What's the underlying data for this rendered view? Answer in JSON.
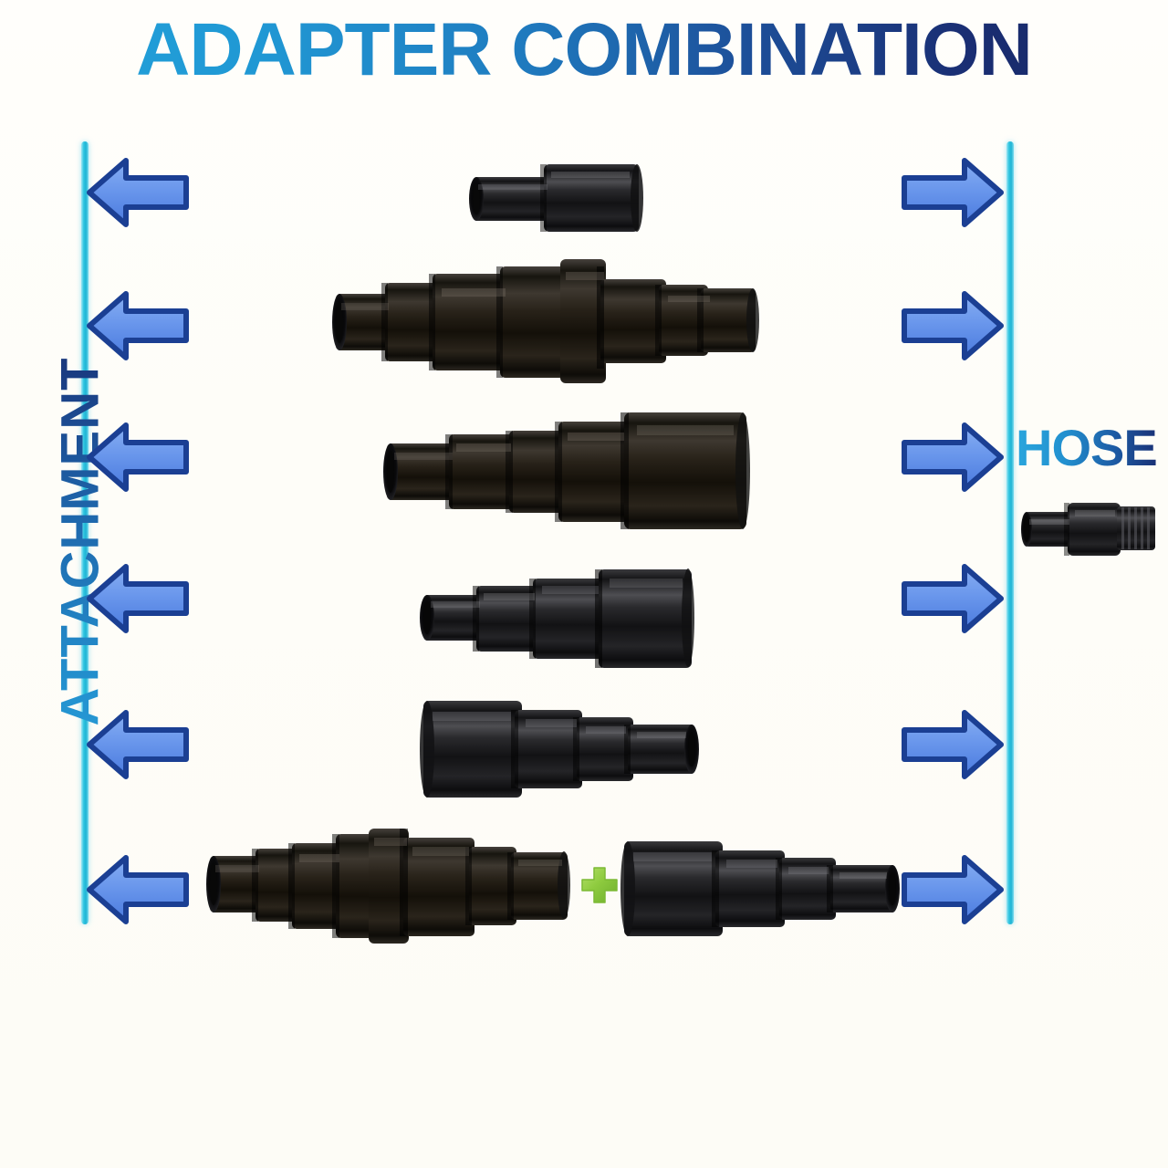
{
  "header": {
    "title": "ADAPTER COMBINATION"
  },
  "labels": {
    "attachment": "ATTACHMENT",
    "hose": "HOSE"
  },
  "colors": {
    "background": "#fefdf8",
    "title_gradient_start": "#23a3db",
    "title_gradient_end": "#16245f",
    "rail_cyan": "#2ec4e0",
    "arrow_fill": "#5b8ee8",
    "arrow_outline": "#1b3f93",
    "plus_green": "#8ecb3f",
    "adapter_black": "#1b1b1c"
  },
  "left_rail": {
    "name": "attachment-rail",
    "arrow_direction": "left",
    "arrow_count": 6
  },
  "right_rail": {
    "name": "hose-rail",
    "arrow_direction": "right",
    "arrow_count": 6
  },
  "arrows_left": [
    {
      "label": "attachment-arrow-1"
    },
    {
      "label": "attachment-arrow-2"
    },
    {
      "label": "attachment-arrow-3"
    },
    {
      "label": "attachment-arrow-4"
    },
    {
      "label": "attachment-arrow-5"
    },
    {
      "label": "attachment-arrow-6"
    }
  ],
  "arrows_right": [
    {
      "label": "hose-arrow-1"
    },
    {
      "label": "hose-arrow-2"
    },
    {
      "label": "hose-arrow-3"
    },
    {
      "label": "hose-arrow-4"
    },
    {
      "label": "hose-arrow-5"
    },
    {
      "label": "hose-arrow-6"
    }
  ],
  "adapters": [
    {
      "id": "adapter-1",
      "description": "two-step straight reducer",
      "row": 1,
      "steps": 2
    },
    {
      "id": "adapter-2",
      "description": "long multi-step tapered adapter, wide middle narrowing right",
      "row": 2,
      "steps": 6
    },
    {
      "id": "adapter-3",
      "description": "four-step adapter narrow left to wide right",
      "row": 3,
      "steps": 4
    },
    {
      "id": "adapter-4",
      "description": "three-step adapter narrow left to wide right",
      "row": 4,
      "steps": 3
    },
    {
      "id": "adapter-5",
      "description": "four-step adapter wide left to narrow right",
      "row": 5,
      "steps": 4
    },
    {
      "id": "adapter-6a",
      "description": "long multi-step tapered adapter, combination left piece",
      "row": 6,
      "steps": 6
    },
    {
      "id": "adapter-6b",
      "description": "four-step adapter wide left to narrow right, combination right piece",
      "row": 6,
      "steps": 4
    }
  ],
  "combination": {
    "operator": "+"
  },
  "hose_connector": {
    "id": "hose-end-connector",
    "description": "black ribbed hose end connector"
  }
}
